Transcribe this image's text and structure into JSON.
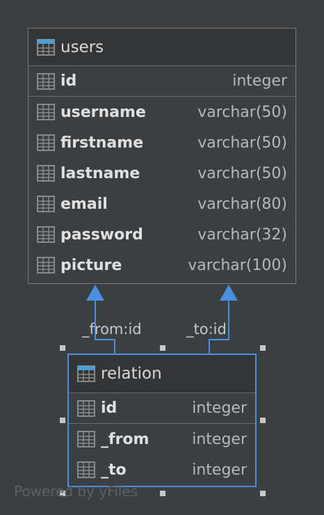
{
  "users": {
    "title": "users",
    "pk": {
      "name": "id",
      "type": "integer"
    },
    "columns": [
      {
        "name": "username",
        "type": "varchar(50)"
      },
      {
        "name": "firstname",
        "type": "varchar(50)"
      },
      {
        "name": "lastname",
        "type": "varchar(50)"
      },
      {
        "name": "email",
        "type": "varchar(80)"
      },
      {
        "name": "password",
        "type": "varchar(32)"
      },
      {
        "name": "picture",
        "type": "varchar(100)"
      }
    ]
  },
  "relation": {
    "title": "relation",
    "pk": {
      "name": "id",
      "type": "integer"
    },
    "columns": [
      {
        "name": "_from",
        "type": "integer"
      },
      {
        "name": "_to",
        "type": "integer"
      }
    ]
  },
  "edges": {
    "from_label": "_from:id",
    "to_label": "_to:id"
  },
  "watermark": "Powered by yFiles",
  "colors": {
    "background": "#3c3f41",
    "selection": "#4a90e2",
    "edge": "#4a90e2",
    "table_icon_header": "#4a9fd5"
  }
}
